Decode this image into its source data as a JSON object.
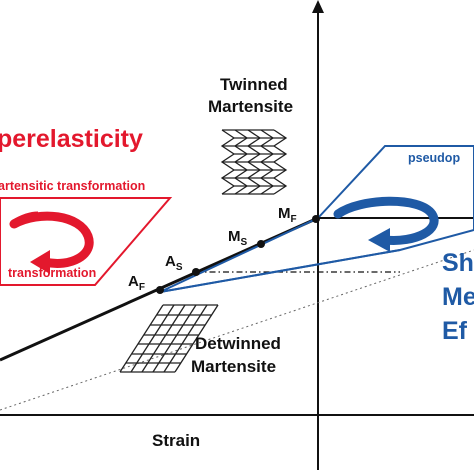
{
  "labels": {
    "superelasticity": "perelasticity",
    "martensitic_transformation": "artensitic transformation",
    "reverse_transformation": "transformation",
    "pseudoplastic": "pseudop",
    "shape_memory_effect": [
      "Sh",
      "Me",
      "Ef"
    ],
    "twinned_martensite": [
      "Twinned",
      "Martensite"
    ],
    "detwinned_martensite": [
      "Detwinned",
      "Martensite"
    ],
    "x_axis": "Strain"
  },
  "points": {
    "mf": {
      "main": "M",
      "sub": "F"
    },
    "ms": {
      "main": "M",
      "sub": "S"
    },
    "as": {
      "main": "A",
      "sub": "S"
    },
    "af": {
      "main": "A",
      "sub": "F"
    }
  },
  "colors": {
    "superelastic_red": "#e3182d",
    "shape_memory_blue": "#1f5aa5",
    "axis_black": "#111111"
  }
}
